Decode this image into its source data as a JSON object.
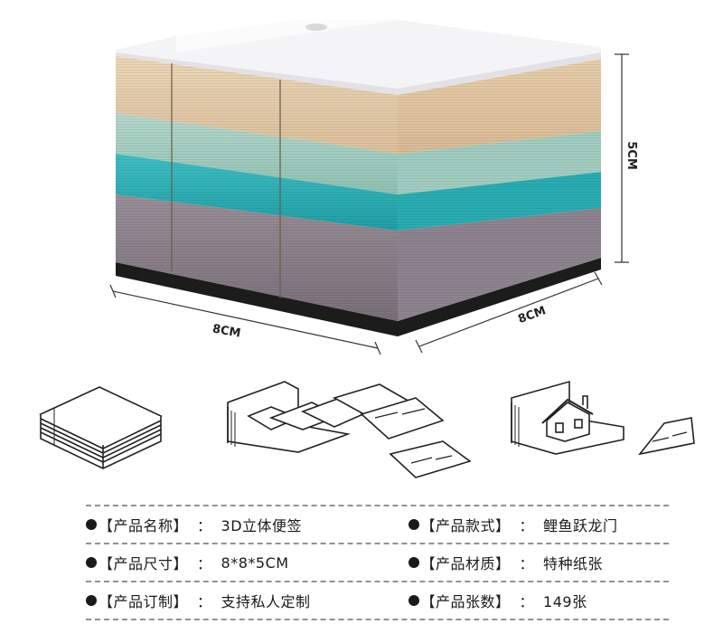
{
  "dimensions": {
    "width_label": "8CM",
    "depth_label": "8CM",
    "height_label": "5CM"
  },
  "illustrations": [
    {
      "icon": "paper-stack-icon"
    },
    {
      "icon": "tearing-pages-icon"
    },
    {
      "icon": "house-sculpture-icon"
    }
  ],
  "specs": {
    "separator": "：",
    "rows": [
      {
        "left": {
          "key": "【产品名称】",
          "value": "3D立体便签"
        },
        "right": {
          "key": "【产品款式】",
          "value": "鲤鱼跃龙门"
        }
      },
      {
        "left": {
          "key": "【产品尺寸】",
          "value": "8*8*5CM"
        },
        "right": {
          "key": "【产品材质】",
          "value": "特种纸张"
        }
      },
      {
        "left": {
          "key": "【产品订制】",
          "value": "支持私人定制"
        },
        "right": {
          "key": "【产品张数】",
          "value": "149张"
        }
      }
    ]
  },
  "colors": {
    "layer_cream": "#e6cfae",
    "layer_mint": "#a9d1c6",
    "layer_teal": "#2fb3b8",
    "layer_mauve": "#8a7f8a",
    "base_black": "#1c1c1c",
    "dash_line": "#9a8f86"
  }
}
